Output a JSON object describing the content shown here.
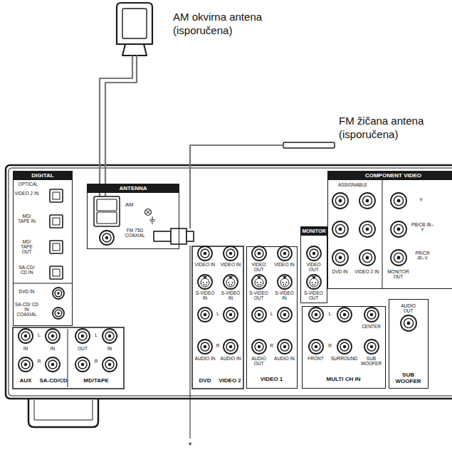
{
  "diagram": {
    "nodes": [
      {
        "text": [
          "DIGITAL",
          "OPTICAL",
          "VIDEO 2 IN",
          "MD/ TAPE IN",
          "MD/ TAPE OUT",
          "SA-CD/ CD IN",
          "DVD IN",
          "SA-CD/ CD IN COAXIAL"
        ]
      },
      {
        "text": [
          "ANTENNA",
          "AM",
          "FM 75Ω COAXIAL"
        ]
      },
      {
        "text": [
          "COMPONENT VIDEO",
          "ASSIGNABLE",
          "Y",
          "PB/CB /B–Y",
          "PR/CR /R–Y",
          "DVD IN",
          "VIDEO 2 IN",
          "MONITOR OUT"
        ]
      },
      {
        "text": [
          "MONITOR",
          "VIDEO OUT",
          "S-VIDEO OUT"
        ]
      },
      {
        "text": [
          "VIDEO OUT",
          "VIDEO IN",
          "S-VIDEO OUT",
          "S-VIDEO IN",
          "L",
          "R",
          "AUDIO OUT",
          "AUDIO IN",
          "VIDEO 1"
        ]
      },
      {
        "text": [
          "L",
          "R",
          "CENTER",
          "FRONT",
          "SURROUND",
          "SUB WOOFER",
          "MULTI CH IN"
        ]
      },
      {
        "text": [
          "AUDIO OUT",
          "SUB WOOFER"
        ]
      }
    ],
    "labels": [
      "AM okvirna antena (isporučena)",
      "FM žičana antena (isporučena)",
      "VIDEO IN",
      "VIDEO IN",
      "S-VIDEO IN",
      "S-VIDEO IN",
      "L",
      "R",
      "AUDIO IN",
      "AUDIO IN",
      "L",
      "R",
      "IN",
      "IN",
      "L",
      "R",
      "OUT",
      "IN",
      "AUX",
      "SA-CD/CD",
      "MD/TAPE",
      "DVD",
      "VIDEO 2",
      "*"
    ]
  }
}
